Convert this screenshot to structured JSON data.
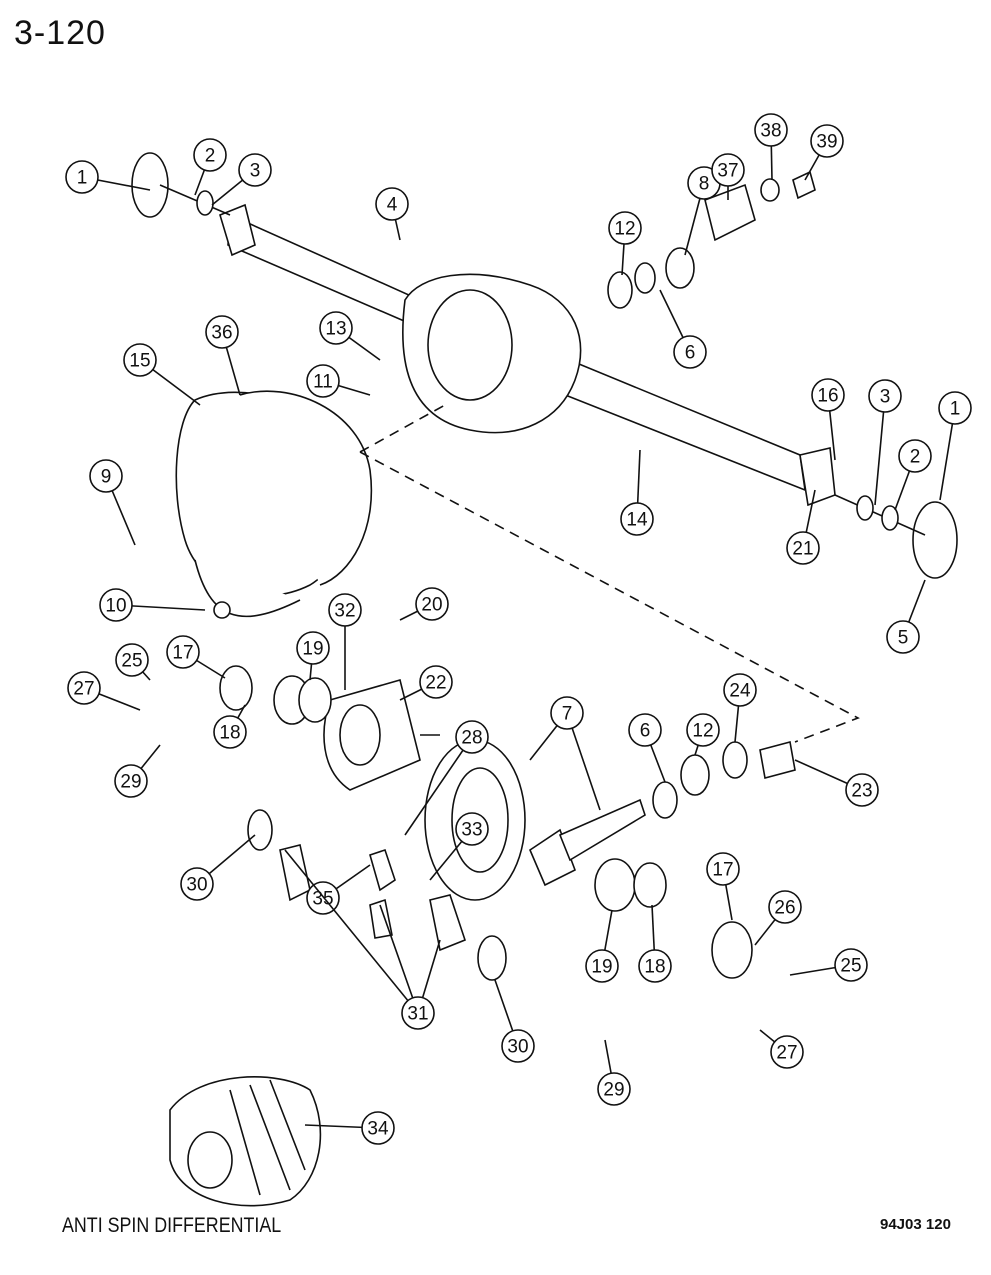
{
  "page_number": "3-120",
  "caption": "ANTI SPIN DIFFERENTIAL",
  "figure_code": "94J03 120",
  "callouts": [
    "1",
    "2",
    "3",
    "4",
    "8",
    "12",
    "37",
    "38",
    "39",
    "6",
    "36",
    "15",
    "13",
    "11",
    "16",
    "3",
    "1",
    "2",
    "14",
    "21",
    "5",
    "9",
    "10",
    "32",
    "20",
    "17",
    "25",
    "27",
    "19",
    "22",
    "18",
    "29",
    "28",
    "7",
    "6",
    "12",
    "24",
    "23",
    "30",
    "33",
    "35",
    "31",
    "17",
    "26",
    "25",
    "19",
    "18",
    "30",
    "27",
    "29",
    "34"
  ]
}
